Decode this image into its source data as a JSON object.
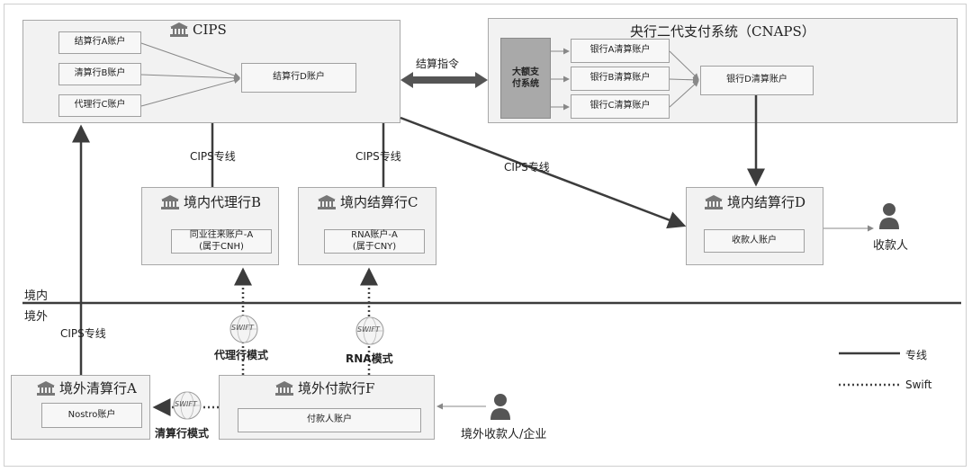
{
  "cips": {
    "title": "CIPS",
    "accounts": [
      "结算行A账户",
      "清算行B账户",
      "代理行C账户"
    ],
    "target_account": "结算行D账户"
  },
  "cnaps": {
    "title": "央行二代支付系统（CNAPS）",
    "hvps": "大额支\n付系统",
    "accounts": [
      "银行A清算账户",
      "银行B清算账户",
      "银行C清算账户"
    ],
    "target_account": "银行D清算账户"
  },
  "settlement_instruction": "结算指令",
  "agent_bank_b": {
    "title": "境内代理行B",
    "account": "同业往来账户-A\n(属于CNH)"
  },
  "settle_bank_c": {
    "title": "境内结算行C",
    "account": "RNA账户-A\n(属于CNY)"
  },
  "settle_bank_d": {
    "title": "境内结算行D",
    "account": "收款人账户"
  },
  "payee": "收款人",
  "cips_line_labels": [
    "CIPS专线",
    "CIPS专线",
    "CIPS专线",
    "CIPS专线"
  ],
  "border": {
    "domestic": "境内",
    "overseas": "境外"
  },
  "modes": {
    "agent": "代理行模式",
    "rna": "RNA模式",
    "clearing": "清算行模式"
  },
  "swift_badge": "SWIFT",
  "overseas_clearing_a": {
    "title": "境外清算行A",
    "account": "Nostro账户"
  },
  "overseas_payer_f": {
    "title": "境外付款行F",
    "account": "付款人账户"
  },
  "overseas_payee": "境外收款人/企业",
  "legend": {
    "solid": "专线",
    "dotted": "Swift"
  },
  "colors": {
    "line": "#3c3c3c",
    "box_fill": "#f2f2f2",
    "box_border": "#a8a8a8",
    "hvps_fill": "#a9a9a9"
  }
}
